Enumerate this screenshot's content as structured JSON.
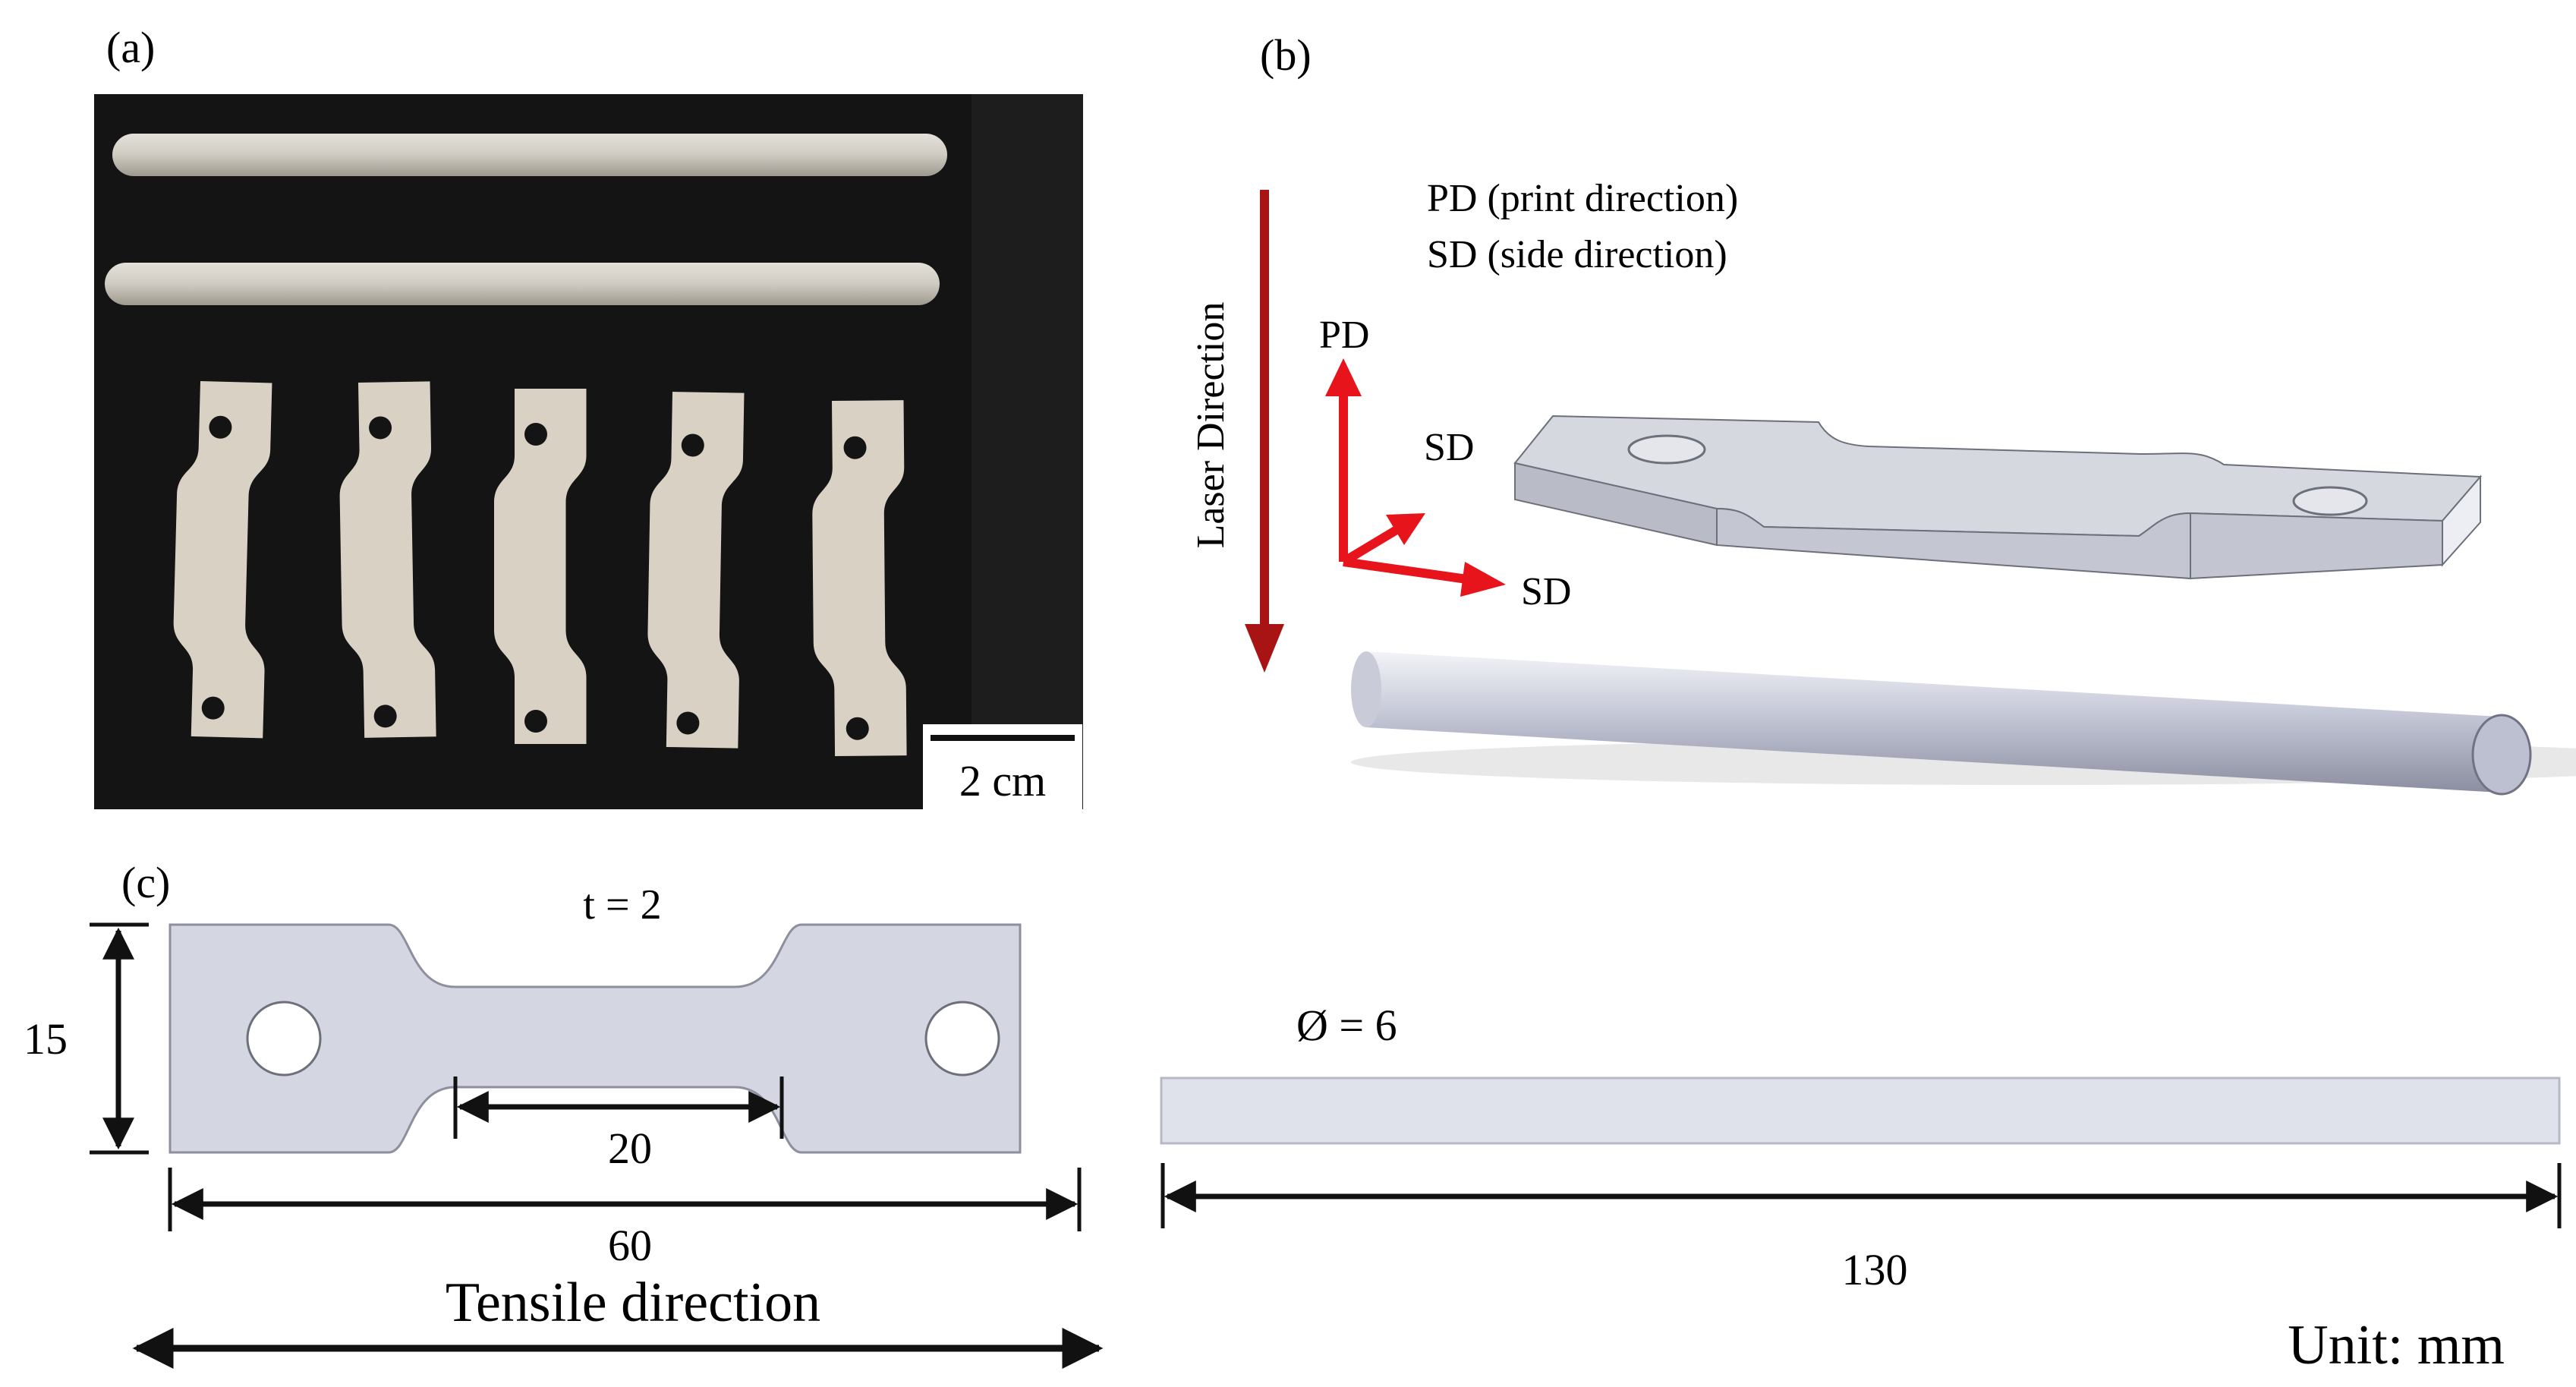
{
  "panels": {
    "a": {
      "label": "(a)",
      "scale_bar": "2 cm"
    },
    "b": {
      "label": "(b)",
      "legend_pd": "PD (print direction)",
      "legend_sd": "SD (side direction)",
      "laser_label": "Laser Direction",
      "axis_pd": "PD",
      "axis_sd_upper": "SD",
      "axis_sd_lower": "SD"
    },
    "c": {
      "label": "(c)",
      "thickness": "t = 2",
      "height": "15",
      "gauge_length": "20",
      "total_length": "60",
      "tensile": "Tensile direction",
      "diameter": "Ø = 6",
      "rod_length": "130",
      "unit": "Unit: mm"
    }
  },
  "colors": {
    "photo_bg": "#141414",
    "specimen": "#d9d1c4",
    "rod_photo": "#cfcbc2",
    "arrow_red": "#a81414",
    "axis_red": "#e8141c",
    "cad_gray": "#c6c9d3",
    "cad_dark": "#8e929d",
    "drawing_fill": "#d4d6e2",
    "rod_drawing": "#dfe2ea"
  }
}
